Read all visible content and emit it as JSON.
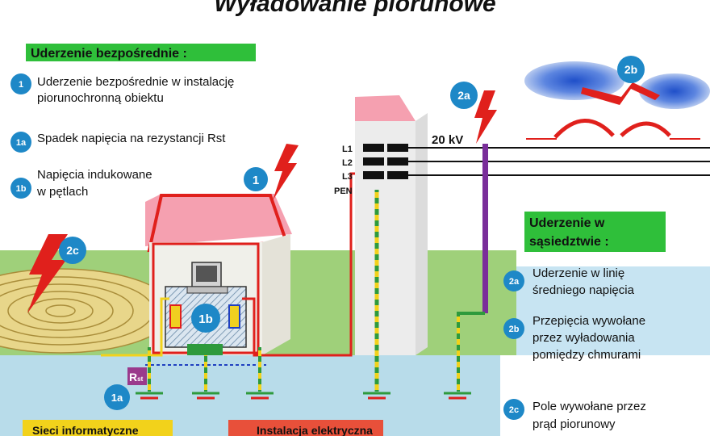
{
  "title": "Wyładowanie piorunowe",
  "direct": {
    "header": "Uderzenie bezpośrednie :",
    "items": [
      {
        "badge": "1",
        "line1": "Uderzenie bezpośrednie w instalację",
        "line2": "piorunochronną obiektu"
      },
      {
        "badge": "1a",
        "line1": "Spadek napięcia na rezystancji Rst",
        "line2": ""
      },
      {
        "badge": "1b",
        "line1": "Napięcia indukowane",
        "line2": "w pętlach"
      }
    ]
  },
  "neighbor": {
    "header_line1": "Uderzenie w",
    "header_line2": "sąsiedztwie :",
    "items": [
      {
        "badge": "2a",
        "line1": "Uderzenie w linię",
        "line2": "średniego napięcia",
        "line3": ""
      },
      {
        "badge": "2b",
        "line1": "Przepięcia wywołane",
        "line2": "przez wyładowania",
        "line3": "pomiędzy chmurami"
      },
      {
        "badge": "2c",
        "line1": "Pole wywołane przez",
        "line2": "prąd piorunowy",
        "line3": ""
      }
    ]
  },
  "diagram": {
    "voltage": "20 kV",
    "phases": [
      "L1",
      "L2",
      "L3",
      "PEN"
    ],
    "resistor_main": "R",
    "resistor_sub": "st",
    "badges": [
      "1",
      "1a",
      "1b",
      "2a",
      "2b",
      "2c"
    ]
  },
  "footer": {
    "left": "Sieci informatyczne",
    "right": "Instalacja elektryczna"
  },
  "colors": {
    "header_green": "#2fbf3a",
    "badge_blue": "#1e88c7",
    "lightning_red": "#e0201c",
    "sky": "#c7e4f2",
    "ground": "#9fd07a",
    "roof": "#f5a0b0"
  }
}
